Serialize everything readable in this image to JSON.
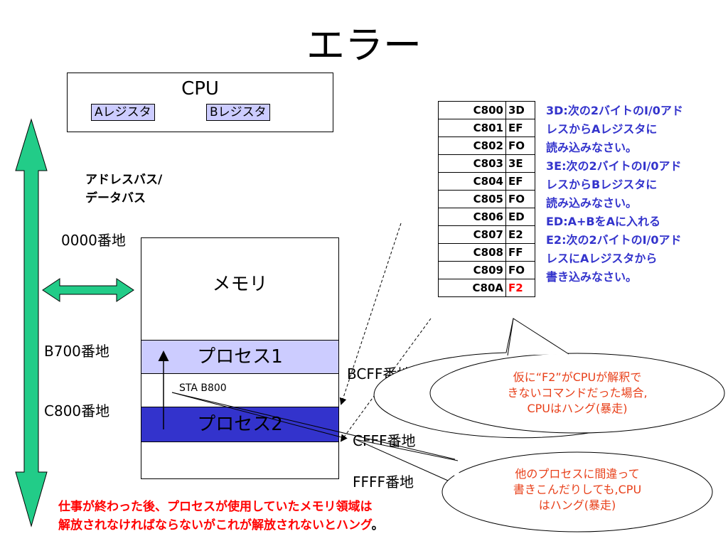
{
  "title": "エラー",
  "cpu": {
    "label": "CPU",
    "register_a": "Aレジスタ",
    "register_b": "Bレジスタ"
  },
  "bus": {
    "line1": "アドレスバス/",
    "line2": "データバス"
  },
  "memory": {
    "label": "メモリ",
    "process1": "プロセス1",
    "process2": "プロセス2",
    "instruction": "STA  B800",
    "addresses": {
      "a0000": "0000番地",
      "b700": "B700番地",
      "c800": "C800番地",
      "bcff": "BCFF番地",
      "cfff": "CFFF番地",
      "ffff": "FFFF番地"
    }
  },
  "table": {
    "rows": [
      {
        "addr": "C800",
        "val": "3D"
      },
      {
        "addr": "C801",
        "val": "EF"
      },
      {
        "addr": "C802",
        "val": "FO"
      },
      {
        "addr": "C803",
        "val": "3E"
      },
      {
        "addr": "C804",
        "val": "EF"
      },
      {
        "addr": "C805",
        "val": "FO"
      },
      {
        "addr": "C806",
        "val": "ED"
      },
      {
        "addr": "C807",
        "val": "E2"
      },
      {
        "addr": "C808",
        "val": "FF"
      },
      {
        "addr": "C809",
        "val": "FO"
      },
      {
        "addr": "C80A",
        "val": "F2"
      }
    ],
    "highlight_color": "#ff0000"
  },
  "description": [
    "3D:次の2バイトのI/0アド",
    "レスからAレジスタに",
    "読み込みなさい。",
    "3E:次の2バイトのI/0アド",
    "レスからBレジスタに",
    "読み込みなさい。",
    "ED:A+BをAに入れる",
    "E2:次の2バイトのI/0アド",
    "レスにAレジスタから",
    "書き込みなさい。"
  ],
  "callout1": {
    "line1": "仮に“F2”がCPUが解釈で",
    "line2": "きないコマンドだった場合,",
    "line3": "CPUはハング(暴走)"
  },
  "callout2": {
    "line1": "他のプロセスに間違って",
    "line2": "書きこんだりしても,CPU",
    "line3": "はハング(暴走)"
  },
  "bottom_note": {
    "line1": "仕事が終わった後、プロセスが使用していたメモリ領域は",
    "line2": "解放されなければならないがこれが解放されないとハング",
    "line2_end": "。"
  },
  "colors": {
    "bus_arrow": "#22cc88",
    "process1": "#ccccff",
    "process2": "#3333cc",
    "description": "#3333cc",
    "callout_text": "#e8401a",
    "note": "#ff0000"
  }
}
